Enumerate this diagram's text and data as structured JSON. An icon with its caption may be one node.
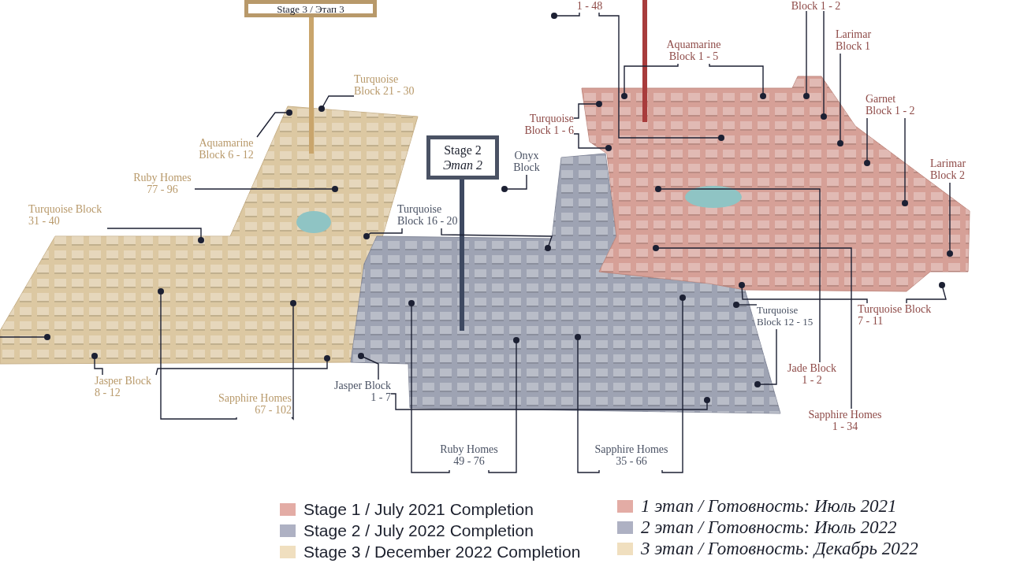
{
  "diagram": {
    "nodes": [
      {
        "text": [
          "Stage 3 / Этап 3"
        ]
      },
      {
        "text": [
          "Stage 2",
          "Этап 2"
        ]
      },
      {
        "text": [],
        "shape": "picture"
      },
      {
        "text": [],
        "shape": "picture"
      },
      {
        "text": [],
        "shape": "picture"
      },
      {
        "text": [
          "Turquoise Block 21 - 30"
        ]
      },
      {
        "text": [
          "Aquamarine Block 6 - 12"
        ]
      },
      {
        "text": [
          "Ruby Homes 77 - 96"
        ]
      },
      {
        "text": [
          "Turquoise Block 31 - 40"
        ]
      },
      {
        "text": [
          "Jasper Block 8 - 12"
        ]
      },
      {
        "text": [
          "Sapphire Homes 67 - 102"
        ]
      },
      {
        "text": [
          "Onyx Block"
        ]
      },
      {
        "text": [
          "Turquoise Block 16 - 20"
        ]
      },
      {
        "text": [
          "Jasper Block 1 - 7"
        ]
      },
      {
        "text": [
          "Ruby Homes 49 - 76"
        ]
      },
      {
        "text": [
          "Sapphire Homes 35 - 66"
        ]
      },
      {
        "text": [
          "1 - 48"
        ]
      },
      {
        "text": [
          "Block 1 - 2"
        ]
      },
      {
        "text": [
          "Aquamarine Block 1 - 5"
        ]
      },
      {
        "text": [
          "Larimar Block 1"
        ]
      },
      {
        "text": [
          "Turquoise Block 1 - 6"
        ]
      },
      {
        "text": [
          "Garnet Block 1 - 2"
        ]
      },
      {
        "text": [
          "Larimar Block 2"
        ]
      },
      {
        "text": [
          "Turquoise Block 12 - 15"
        ]
      },
      {
        "text": [
          "Turquoise Block 7 - 11"
        ]
      },
      {
        "text": [
          "Jade Block 1 - 2"
        ]
      },
      {
        "text": [
          "Sapphire Homes 1 - 34"
        ]
      }
    ],
    "edges": [
      {
        "from": 0,
        "to": 2,
        "arrow": "none",
        "style": "thick",
        "color": "#c9a56c"
      },
      {
        "from": 1,
        "to": 3,
        "arrow": "none",
        "style": "thick",
        "color": "#3e4961"
      },
      {
        "from": null,
        "to": 4,
        "arrow": "none",
        "style": "thick",
        "color": "#a83c3c"
      },
      {
        "from": 5,
        "to": 2,
        "arrow": "other"
      },
      {
        "from": 6,
        "to": 2,
        "arrow": "other"
      },
      {
        "from": 7,
        "to": 2,
        "arrow": "other"
      },
      {
        "from": 8,
        "to": 2,
        "arrow": "other"
      },
      {
        "from": null,
        "to": 2,
        "arrow": "other"
      },
      {
        "from": 9,
        "to": 2,
        "arrow": "other"
      },
      {
        "from": 9,
        "to": 2,
        "arrow": "other"
      },
      {
        "from": 10,
        "to": 2,
        "arrow": "other"
      },
      {
        "from": 10,
        "to": 2,
        "arrow": "other"
      },
      {
        "from": 11,
        "to": 3,
        "arrow": "other"
      },
      {
        "from": 12,
        "to": 3,
        "arrow": "other"
      },
      {
        "from": 12,
        "to": 3,
        "arrow": "other"
      },
      {
        "from": 13,
        "to": 3,
        "arrow": "other"
      },
      {
        "from": 13,
        "to": 3,
        "arrow": "other"
      },
      {
        "from": 14,
        "to": 3,
        "arrow": "other"
      },
      {
        "from": 14,
        "to": 3,
        "arrow": "other"
      },
      {
        "from": 15,
        "to": 3,
        "arrow": "other"
      },
      {
        "from": 15,
        "to": 3,
        "arrow": "other"
      },
      {
        "from": 16,
        "to": 4,
        "arrow": "other"
      },
      {
        "from": 16,
        "to": null,
        "arrow": "other"
      },
      {
        "from": 17,
        "to": 4,
        "arrow": "other"
      },
      {
        "from": 17,
        "to": 4,
        "arrow": "other"
      },
      {
        "from": 18,
        "to": 4,
        "arrow": "other"
      },
      {
        "from": 18,
        "to": 4,
        "arrow": "other"
      },
      {
        "from": 19,
        "to": 4,
        "arrow": "other"
      },
      {
        "from": 21,
        "to": 4,
        "arrow": "other"
      },
      {
        "from": 21,
        "to": 4,
        "arrow": "other"
      },
      {
        "from": 22,
        "to": 4,
        "arrow": "other"
      },
      {
        "from": 20,
        "to": 4,
        "arrow": "other"
      },
      {
        "from": 20,
        "to": 4,
        "arrow": "other"
      },
      {
        "from": 25,
        "to": 4,
        "arrow": "other"
      },
      {
        "from": 26,
        "to": 4,
        "arrow": "other"
      },
      {
        "from": 23,
        "to": 3,
        "arrow": "other"
      },
      {
        "from": 23,
        "to": 3,
        "arrow": "other"
      },
      {
        "from": 24,
        "to": 4,
        "arrow": "other"
      },
      {
        "from": 24,
        "to": 4,
        "arrow": "other"
      }
    ],
    "legend": [
      {
        "text": "Stage 1 / July 2021 Completion",
        "color": "#e3aca5"
      },
      {
        "text": "Stage 2 / July 2022 Completion",
        "color": "#aeb1c3"
      },
      {
        "text": "Stage 3 / December 2022 Completion",
        "color": "#f0dfbf"
      },
      {
        "text": "1 этап / Готовность: Июль 2021",
        "color": "#e3aca5"
      },
      {
        "text": "2 этап / Готовность: Июль 2022",
        "color": "#aeb1c3"
      },
      {
        "text": "3 этап / Готовность: Декабрь 2022",
        "color": "#f0dfbf"
      }
    ]
  }
}
